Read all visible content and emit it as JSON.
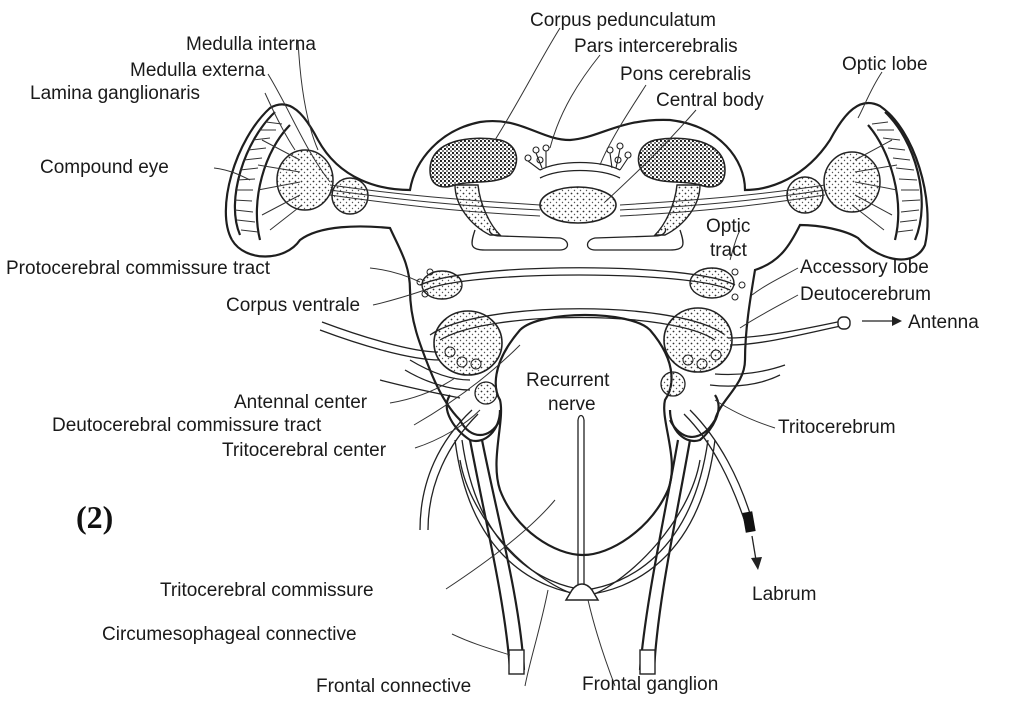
{
  "figure_label": "(2)",
  "labels": {
    "corpus_pedunculatum": "Corpus pedunculatum",
    "medulla_interna": "Medulla interna",
    "pars_intercerebralis": "Pars intercerebralis",
    "medulla_externa": "Medulla externa",
    "pons_cerebralis": "Pons cerebralis",
    "optic_lobe": "Optic lobe",
    "lamina_ganglionaris": "Lamina ganglionaris",
    "central_body": "Central body",
    "compound_eye": "Compound eye",
    "optic_tract_1": "Optic",
    "optic_tract_2": "tract",
    "protocerebral_commissure_tract": "Protocerebral commissure tract",
    "accessory_lobe": "Accessory lobe",
    "corpus_ventrale": "Corpus ventrale",
    "deutocerebrum": "Deutocerebrum",
    "antenna": "Antenna",
    "antennal_center": "Antennal  center",
    "recurrent_nerve_1": "Recurrent",
    "recurrent_nerve_2": "nerve",
    "deutocerebral_commissure_tract": "Deutocerebral commissure tract",
    "tritocerebrum": "Tritocerebrum",
    "tritocerebral_center": "Tritocerebral center",
    "tritocerebral_commissure": "Tritocerebral commissure",
    "labrum": "Labrum",
    "circumesophageal_connective": "Circumesophageal connective",
    "frontal_connective": "Frontal connective",
    "frontal_ganglion": "Frontal ganglion"
  },
  "colors": {
    "ink": "#1e1e1e",
    "background": "#ffffff"
  }
}
